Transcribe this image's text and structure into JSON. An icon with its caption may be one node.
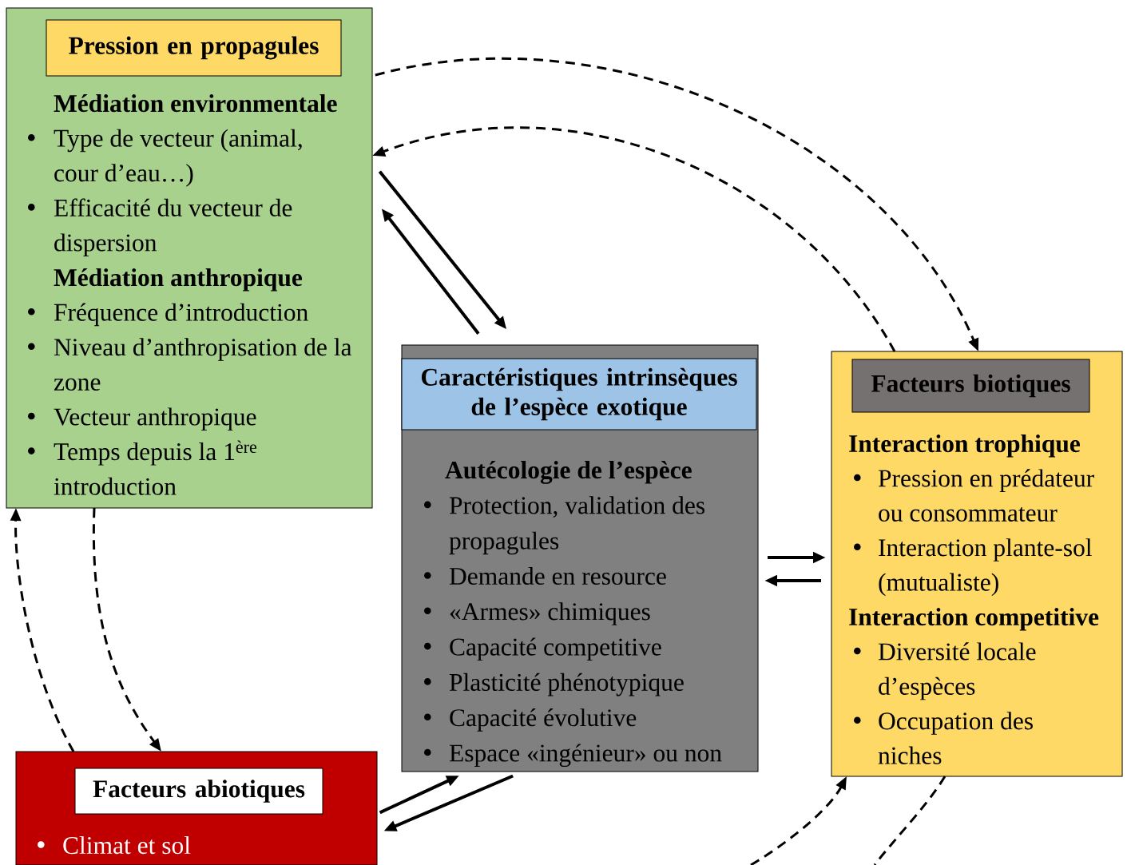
{
  "diagram": {
    "nodes": [
      {
        "text": [
          "Médiation environmentale",
          "Type de vecteur (animal, cour d’eau…)",
          "Efficacité du vecteur de dispersion",
          "Médiation anthropique",
          "Fréquence d’introduction",
          "Niveau d’anthropisation de la zone",
          "Vecteur anthropique",
          "Temps depuis la 1$^{ère}$ introduction"
        ]
      },
      {
        "text": [
          "Pression en propagules"
        ],
        "in": 0
      },
      {
        "text": [
          "Autécologie de l’espèce",
          "Protection, validation des propagules",
          "Demande en resource",
          "«Armes» chimiques",
          "Capacité competitive",
          "Plasticité phénotypique",
          "Capacité évolutive",
          "Espace «ingénieur» ou non"
        ]
      },
      {
        "text": [
          "Caractéristiques intrinsèques de l’espèce exotique"
        ],
        "in": 2
      },
      {
        "text": [
          "Interaction trophique",
          "Pression en prédateur ou consommateur",
          "Interaction plante-sol (mutualiste)",
          "Interaction competitive",
          "Diversité locale d’espèces",
          "Occupation des niches"
        ]
      },
      {
        "text": [
          "Facteurs biotiques"
        ],
        "in": 4
      },
      {
        "text": [
          "Climat et sol"
        ]
      },
      {
        "text": [
          "Facteurs abiotiques"
        ],
        "in": 6
      }
    ],
    "edges": [
      {
        "from": 0,
        "to": 2,
        "arrow": "to"
      },
      {
        "from": 2,
        "to": 0,
        "arrow": "to"
      },
      {
        "from": 2,
        "to": 4,
        "arrow": "to"
      },
      {
        "from": 4,
        "to": 2,
        "arrow": "to"
      },
      {
        "from": 6,
        "to": 2,
        "arrow": "to"
      },
      {
        "from": 2,
        "to": 6,
        "arrow": "to"
      },
      {
        "from": 0,
        "to": 4,
        "arrow": "to",
        "style": "dashed"
      },
      {
        "from": 4,
        "to": 0,
        "arrow": "to",
        "style": "dashed"
      },
      {
        "from": 0,
        "to": 6,
        "arrow": "to",
        "style": "dashed"
      },
      {
        "from": 6,
        "to": 0,
        "arrow": "to",
        "style": "dashed"
      },
      {
        "from": null,
        "to": 4,
        "arrow": "to",
        "style": "dashed"
      },
      {
        "from": 4,
        "to": null,
        "arrow": "none",
        "style": "dashed"
      }
    ]
  }
}
